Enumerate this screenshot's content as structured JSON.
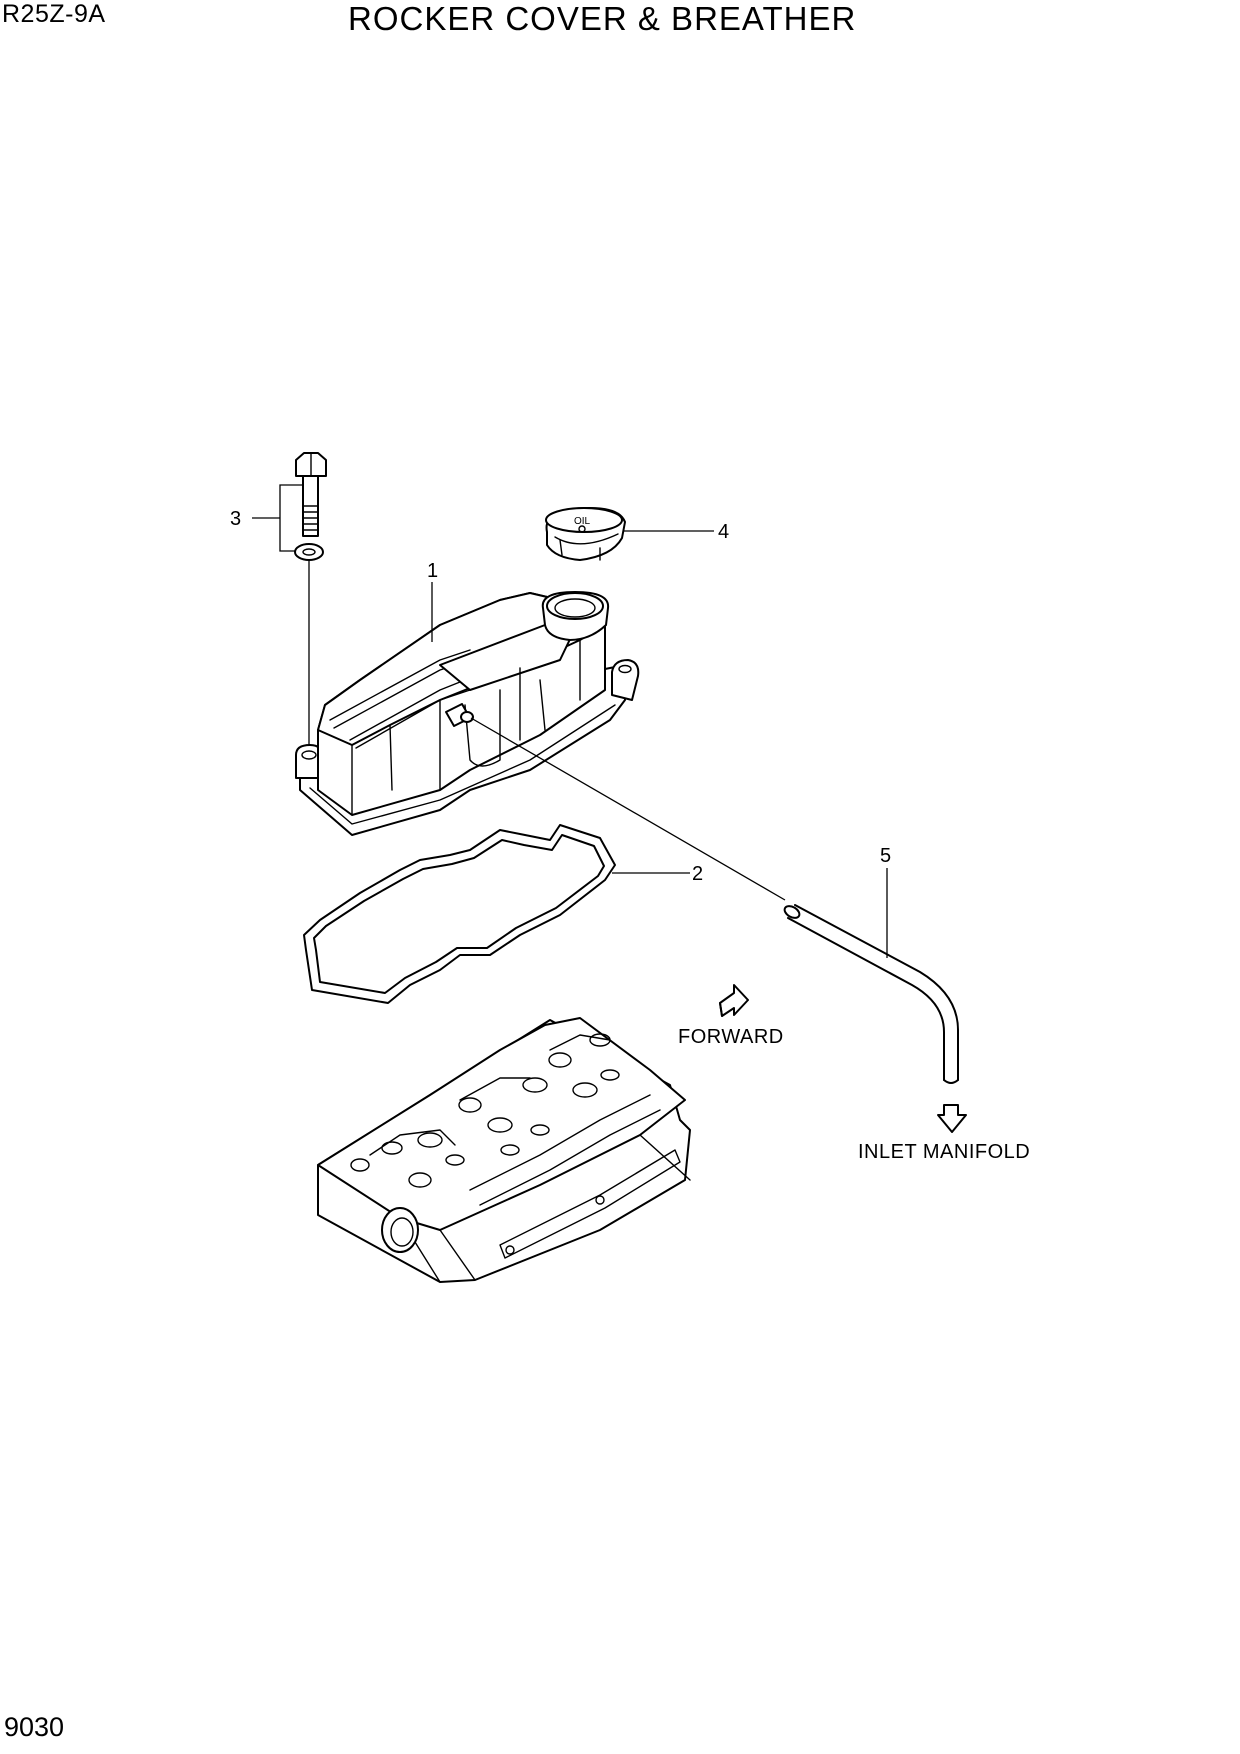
{
  "header": {
    "model": "R25Z-9A",
    "title": "ROCKER COVER & BREATHER"
  },
  "footer": {
    "page_number": "9030"
  },
  "callouts": [
    {
      "number": "1",
      "part": "rocker-cover"
    },
    {
      "number": "2",
      "part": "rocker-cover-gasket"
    },
    {
      "number": "3",
      "part": "bolt-and-washer"
    },
    {
      "number": "4",
      "part": "oil-filler-cap"
    },
    {
      "number": "5",
      "part": "breather-hose"
    }
  ],
  "annotations": {
    "forward": "FORWARD",
    "inlet_manifold": "INLET MANIFOLD",
    "cap_marking": "OIL"
  },
  "colors": {
    "line": "#000000",
    "background": "#ffffff"
  }
}
